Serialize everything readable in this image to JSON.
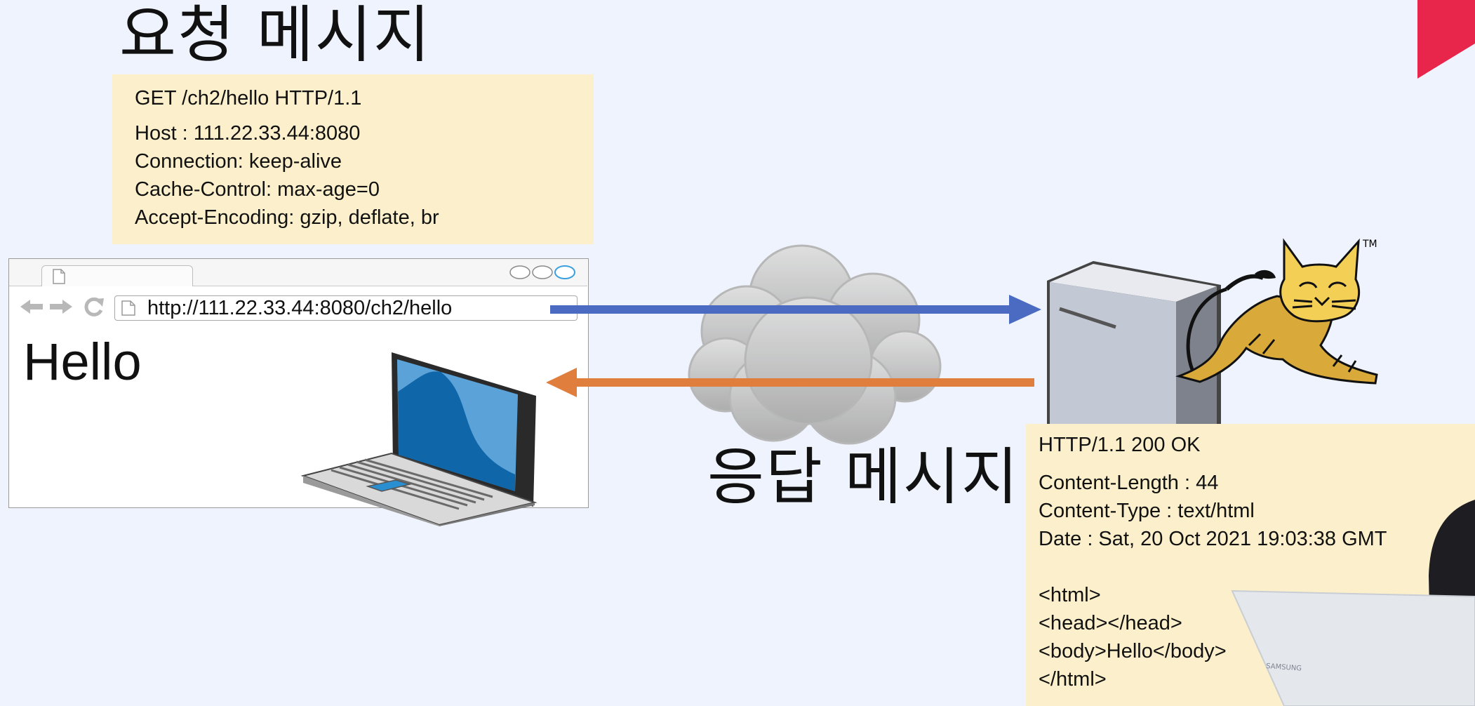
{
  "request": {
    "title": "요청 메시지",
    "start_line": "GET /ch2/hello HTTP/1.1",
    "headers": [
      "Host : 111.22.33.44:8080",
      "Connection: keep-alive",
      "Cache-Control: max-age=0",
      "Accept-Encoding: gzip, deflate, br"
    ]
  },
  "browser": {
    "url": "http://111.22.33.44:8080/ch2/hello",
    "page_content": "Hello"
  },
  "response": {
    "title": "응답 메시지",
    "status_line": "HTTP/1.1 200 OK",
    "headers": [
      "Content-Length : 44",
      "Content-Type : text/html",
      "Date : Sat, 20 Oct 2021 19:03:38 GMT"
    ],
    "body": [
      "<html>",
      "<head></head>",
      "<body>Hello</body>",
      "</html>"
    ]
  },
  "server": {
    "trademark": "TM"
  },
  "laptop_brand": "SAMSUNG",
  "colors": {
    "request_arrow": "#4a6bc1",
    "response_arrow": "#e07f3d",
    "message_box": "#fcf0cc",
    "background": "#eef3fd",
    "corner_accent": "#e8264b"
  },
  "icons": [
    "page-icon",
    "back-arrow-icon",
    "forward-arrow-icon",
    "refresh-icon",
    "window-control-icon",
    "laptop-icon",
    "cloud-icon",
    "server-icon",
    "tomcat-logo-icon"
  ]
}
